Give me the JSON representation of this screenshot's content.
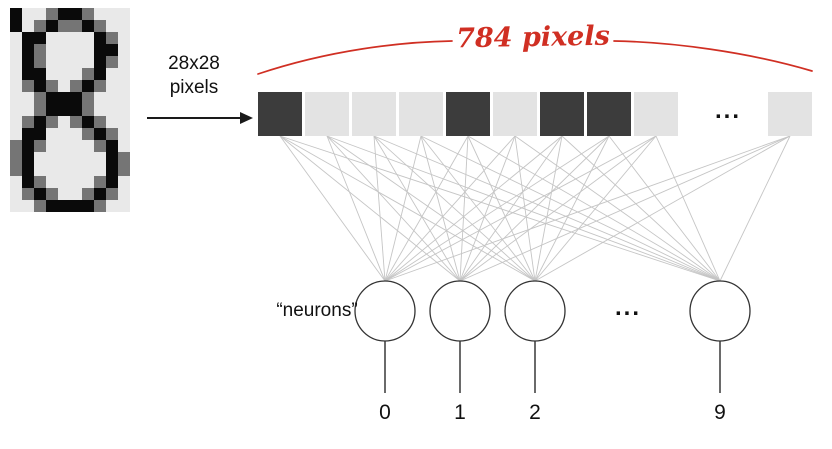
{
  "canvas": {
    "background": "#ffffff"
  },
  "digit_image": {
    "alt": "pixelated handwritten digit 8",
    "palette": {
      "#": "#0a0a0a",
      "+": "#757575",
      ".": "#e9e9e9"
    },
    "rows": [
      "#..+##+...",
      "#.+#++#+..",
      ".##....#+.",
      ".#+....##.",
      ".#+....#+.",
      ".##...+#..",
      ".+#+.+#+..",
      "..+###+...",
      "..+###+...",
      ".+#+.+#+..",
      ".##...+#+.",
      "+#+....+#.",
      "+#......#+",
      "+#......#+",
      ".#+....+#.",
      ".+#+..+#+.",
      "..+####+.."
    ]
  },
  "input_label": {
    "line1": "28x28",
    "line2": "pixels"
  },
  "annotation": {
    "text": "784 pixels",
    "color": "#d02f23"
  },
  "pixel_row": {
    "dark_color": "#3c3c3c",
    "light_color": "#e3e3e3",
    "cells": [
      "dark",
      "light",
      "light",
      "light",
      "dark",
      "light",
      "dark",
      "dark",
      "light"
    ],
    "ellipsis": "...",
    "last_cell": "light"
  },
  "network": {
    "neurons_label": "“neurons”",
    "ellipsis": "...",
    "line_color": "#c5c5c5",
    "circle_stroke": "#333333",
    "outputs": [
      "0",
      "1",
      "2",
      "9"
    ]
  }
}
